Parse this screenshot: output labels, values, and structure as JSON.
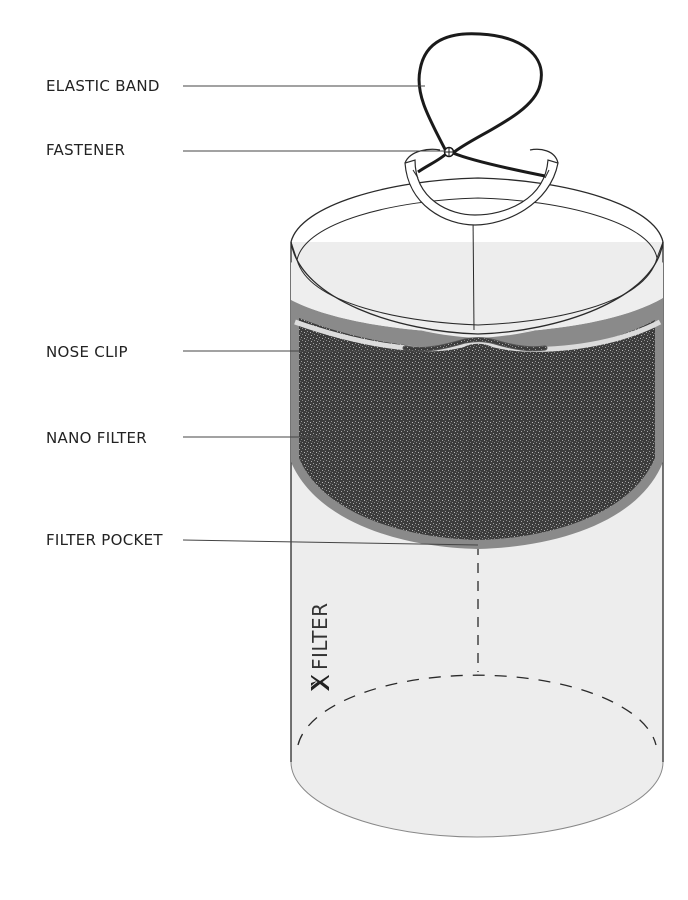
{
  "labels": {
    "elastic_band": "ELASTIC BAND",
    "fastener": "FASTENER",
    "nose_clip": "NOSE CLIP",
    "nano_filter": "NANO FILTER",
    "filter_pocket": "FILTER POCKET"
  },
  "brand": {
    "text": "FILTER",
    "logo_icon": "x-logo-icon"
  },
  "colors": {
    "outline": "#2a2a2a",
    "body_fill": "#ededed",
    "pocket_band": "#8a8a8a",
    "filter_fill": "#4a4a4a",
    "leader_line": "#444444"
  }
}
